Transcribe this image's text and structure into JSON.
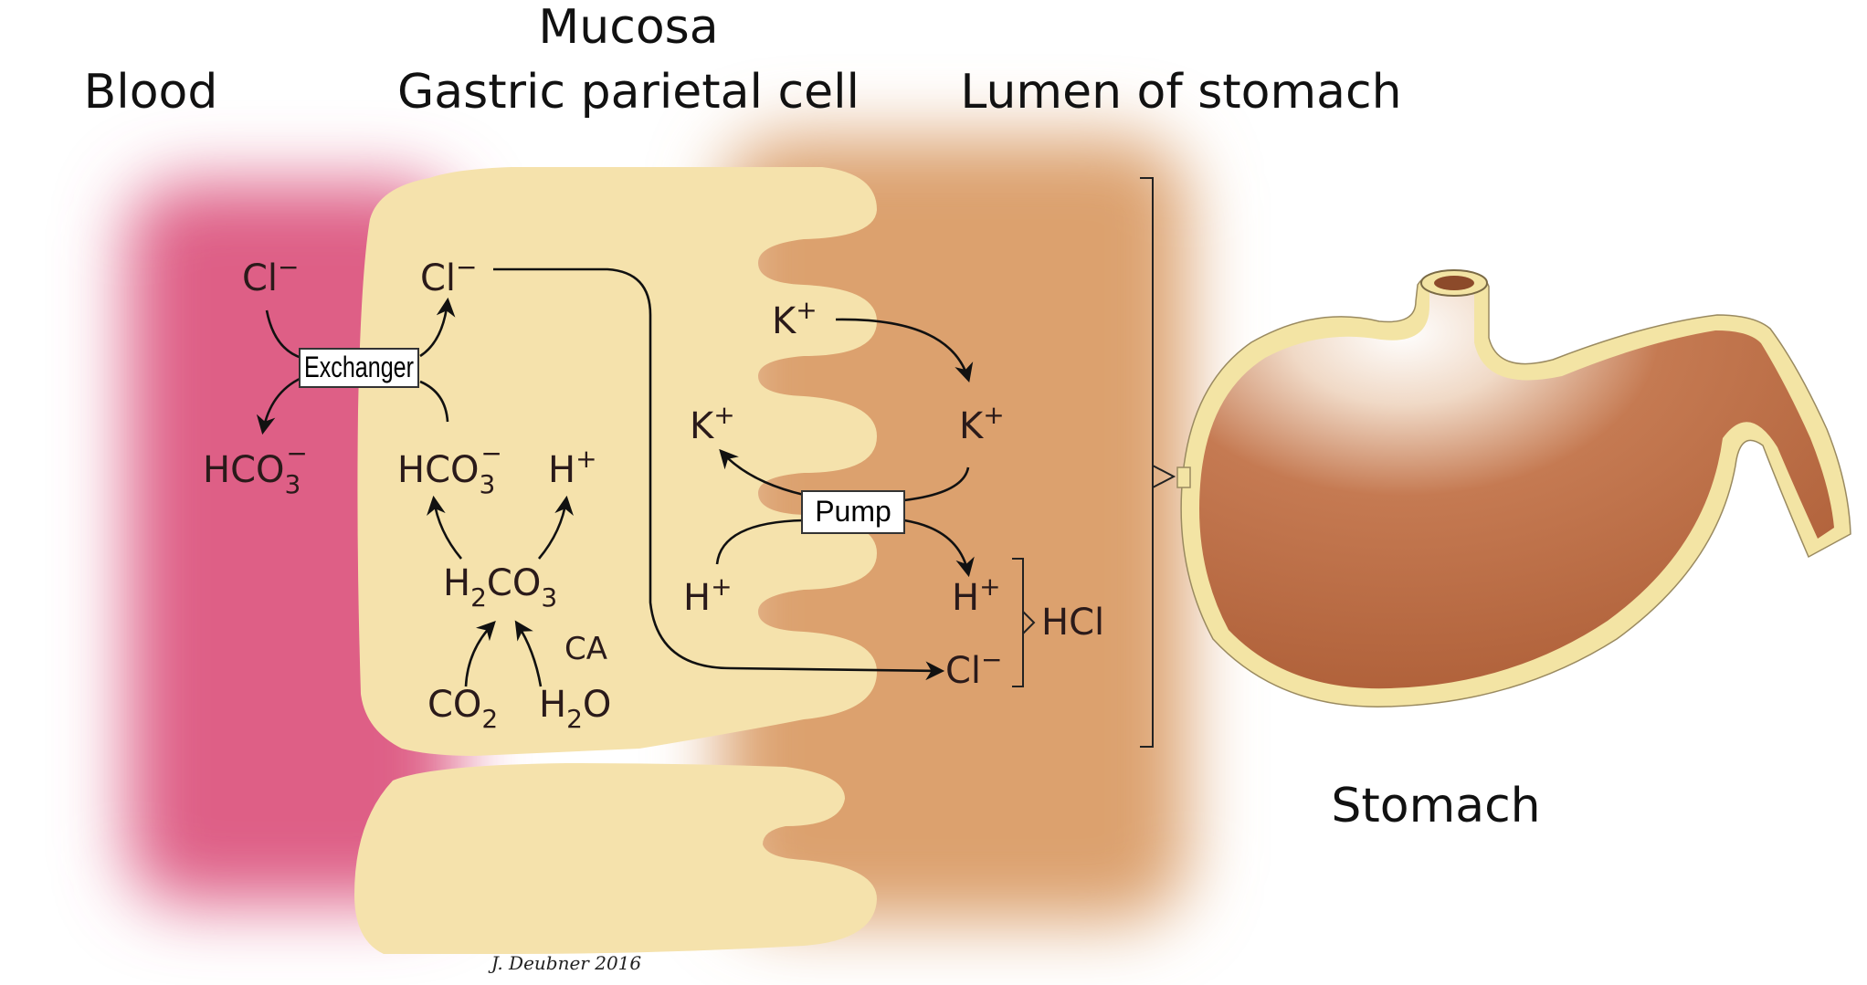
{
  "headers": {
    "blood": "Blood",
    "mucosa": "Mucosa",
    "parietal_cell": "Gastric parietal cell",
    "lumen": "Lumen of stomach",
    "stomach": "Stomach"
  },
  "labels": {
    "exchanger": "Exchanger",
    "pump": "Pump",
    "ca": "CA",
    "hcl": "HCl"
  },
  "species": {
    "chloride": {
      "base": "Cl",
      "charge": "−"
    },
    "bicarbonate": {
      "base": "HCO",
      "sub": "3",
      "charge": "−"
    },
    "proton": {
      "base": "H",
      "charge": "+"
    },
    "potassium": {
      "base": "K",
      "charge": "+"
    },
    "carbonic_acid": {
      "h": "H",
      "h_sub": "2",
      "co": "CO",
      "co_sub": "3"
    },
    "carbon_dioxide": {
      "base": "CO",
      "sub": "2"
    },
    "water": {
      "h": "H",
      "sub": "2",
      "o": "O"
    }
  },
  "credit": "J. Deubner 2016",
  "colors": {
    "blood": "#de5f86",
    "cell": "#f5e2ac",
    "lumen": "#dca16e",
    "stomach_outer": "#f3e4a4",
    "stomach_inner": "#b8643c"
  }
}
